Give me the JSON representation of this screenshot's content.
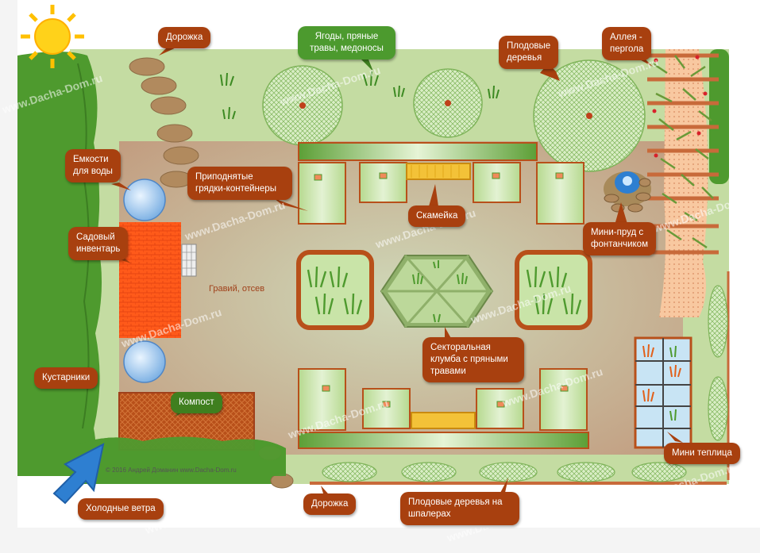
{
  "labels": {
    "path_top": "Дорожка",
    "berries": "Ягоды, пряные\nтравы,  медоносы",
    "fruit_trees": "Плодовые\nдеревья",
    "alley": "Аллея -\nпергола",
    "water_tanks": "Емкости\nдля воды",
    "raised_beds": "Приподнятые\nгрядки-контейнеры",
    "bench": "Скамейка",
    "mini_pond": "Мини-пруд с\nфонтанчиком",
    "tools": "Садовый\nинвентарь",
    "gravel": "Гравий, отсев",
    "sector_bed": "Секторальная\nклумба с пряными\nтравами",
    "shrubs": "Кустарники",
    "compost": "Компост",
    "mini_greenhouse": "Мини теплица",
    "cold_winds": "Холодные ветра",
    "path_bottom": "Дорожка",
    "espalier": "Плодовые деревья на\nшпалерах",
    "copyright": "© 2016 Андрей Доманин       www.Dacha-Dom.ru"
  },
  "watermark": "www.Dacha-Dom.ru",
  "colors": {
    "lawn": "#c4dca2",
    "gravel": "#c7a88a",
    "hedge": "#4e9a2e",
    "callout": "#a8400f",
    "callout_green": "#4c9a2e",
    "brick": "#b8501a",
    "tools": "#ff5a1a",
    "water": "#7fb4e8",
    "sun": "#ffd21a",
    "wind_arrow": "#2e7fd1"
  }
}
